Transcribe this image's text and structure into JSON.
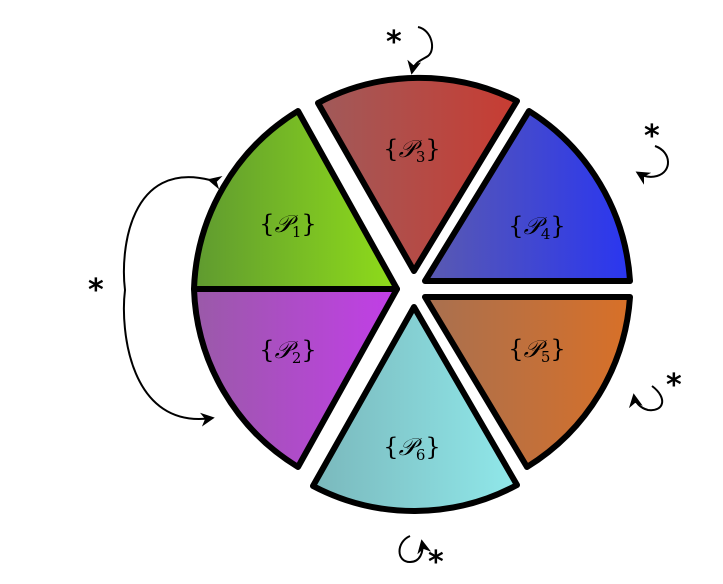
{
  "diagram": {
    "sectors": [
      {
        "id": "p1",
        "brace_open": "{",
        "symbol": "𝒫",
        "subscript": "1",
        "brace_close": "}",
        "color_main": "#8fdc1a",
        "color_shade": "#5f9a30"
      },
      {
        "id": "p2",
        "brace_open": "{",
        "symbol": "𝒫",
        "subscript": "2",
        "brace_close": "}",
        "color_main": "#c23ee8",
        "color_shade": "#9a5aa8"
      },
      {
        "id": "p3",
        "brace_open": "{",
        "symbol": "𝒫",
        "subscript": "3",
        "brace_close": "}",
        "color_main": "#c83c32",
        "color_shade": "#a05a5a"
      },
      {
        "id": "p4",
        "brace_open": "{",
        "symbol": "𝒫",
        "subscript": "4",
        "brace_close": "}",
        "color_main": "#2a36f0",
        "color_shade": "#5a5ab0"
      },
      {
        "id": "p5",
        "brace_open": "{",
        "symbol": "𝒫",
        "subscript": "5",
        "brace_close": "}",
        "color_main": "#d87028",
        "color_shade": "#a87050"
      },
      {
        "id": "p6",
        "brace_open": "{",
        "symbol": "𝒫",
        "subscript": "6",
        "brace_close": "}",
        "color_main": "#90e8ea",
        "color_shade": "#7ab8bc"
      }
    ],
    "transition_labels": {
      "swap_p1_p2": "*",
      "loop_p3": "*",
      "loop_p4": "*",
      "loop_p5": "*",
      "loop_p6": "*"
    },
    "edge_color": "#000000"
  }
}
